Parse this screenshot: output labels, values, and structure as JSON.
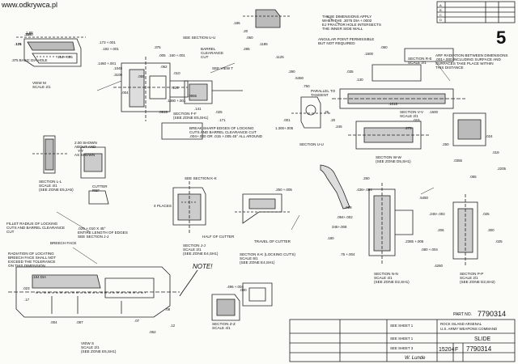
{
  "watermark": "www.odkrywca.pl",
  "sheet_number": "5",
  "notes": {
    "top": [
      "THESE DIMENSIONS APPLY",
      "WHEN THE .3075 DIA +.0002",
      "EJ FRACTOR HOLE INTERSECTS",
      "THE INNER SIDE WALL"
    ],
    "angular": [
      "ANGULAR POINT PERMISSIBLE",
      "BUT NOT REQUIRED"
    ],
    "radius_between": [
      "ARF RADIATION BETWEEN DIMENSIONS",
      ".001+.000 INCLUDING SURFACE AND",
      "SURFACES TAKE PLACE WITHIN",
      "THIS DISTANCE"
    ],
    "fillet": [
      "FILLET RADIUS OF LOCKING",
      "CUTS AND BARREL CLEARANCE",
      "CUT"
    ],
    "breech": [
      "BREECH FACE"
    ],
    "breech_pads": [
      "RADIATION OF LOCATING",
      "BREECH FACE SHALL NOT",
      "EXCEED THE TOLERANCE",
      "ON THIS DIMENSION"
    ],
    "sharp_edges": [
      "BREAK SHARP EDGES OF LOCKING",
      "CUTS AND BARREL CLEARANCE CUT",
      ".004+.000 OR .015 +.005 45° ALL AROUND"
    ],
    "entire_length": [
      ".025 +.010 X 45°",
      "ENTIRE LENGTH OF EDGES",
      "SEE SECTION J-J"
    ],
    "note_hand": "NOTE!"
  },
  "labels": {
    "view_m": [
      "VIEW M",
      "SCALE 2/1"
    ],
    "section_l": [
      "SECTION L-L",
      "SCALE 4/1",
      "(SEE ZONE E5,2A5)"
    ],
    "section_fe": [
      "SECTION F-F",
      "(SEE ZONE E5,SH1)"
    ],
    "section_uu": [
      "SECTION U-U"
    ],
    "section_vv": [
      "SECTION V-V",
      "SCALE 2/1"
    ],
    "section_ww": [
      "SECTION W-W",
      "(SEE ZONE D5,SH1)"
    ],
    "section_r": [
      "SECTION R-E",
      "SCALE 2/1"
    ],
    "section_jj": [
      "SECTION J-J",
      "SCALE 2/1",
      "(SEE ZONE E4,SH1)"
    ],
    "section_kk": [
      "SECTION K-K (LOCKING CUT'S)",
      "SCALE 8/1",
      "(SEE ZONE E4,SH1)"
    ],
    "section_nn": [
      "SECTION N-N",
      "SCALE 4/1",
      "(SEE ZONE D2,SH1)"
    ],
    "section_pp": [
      "SECTION P-P",
      "SCALE 2/1",
      "(SEE ZONE D2,SH2)"
    ],
    "view_s": [
      "VIEW S",
      "SCALE 2/1",
      "(SEE ZONE E5,SH1)"
    ],
    "section_zz": [
      "SECTION Z-Z",
      "SCALE 4/1"
    ],
    "shown_at": [
      "2.00 SHOWN",
      "ABOUT AND",
      "Y-Y",
      "AS SHOWN"
    ],
    "cutter_ref": [
      "CUTTER",
      "REF"
    ],
    "travel": [
      "TRAVEL OF CUTTER"
    ],
    "half_cutter": [
      "HALF OF CUTTER"
    ],
    "flat_4": [
      "4 PLACES"
    ],
    "barrel_clear": [
      "BARREL",
      "CLEARANCE",
      "CUT"
    ],
    "parallel": [
      "PARALLEL TO",
      "TANGENT"
    ],
    "see_view_t": "SEE VIEW T",
    "see_section_kk": "SEE SECTION K-K",
    "see_section_uu": "SEE SECTION U-U"
  },
  "dims": [
    ".3150",
    ".125",
    "1.88",
    ".375 BASIC DIA HOLE",
    ".164+.005",
    ".173 +.001",
    ".192 +.001",
    ".1460 +.001",
    ".1045",
    ".3100",
    ".004",
    ".055",
    ".375",
    ".005",
    ".062",
    ".010",
    ".160 +.001",
    ".125",
    ".1390 +.001",
    ".0915",
    ".0955",
    ".141",
    ".025",
    ".171",
    ".186",
    ".20",
    ".060",
    ".285",
    ".1185",
    ".1125",
    ".290",
    ".5450",
    ".750",
    ".001",
    "1.300+.005",
    ".25",
    ".20",
    ".245",
    ".035",
    ".130",
    ".1600",
    ".060",
    ".1015",
    ".275",
    ".015",
    ".1500",
    ".250",
    ".0355",
    ".055",
    ".024",
    ".019",
    ".2205",
    ".260",
    ".436+.004",
    ".028",
    ".094+.002",
    "345+.008",
    ".180",
    ".75 +.004",
    ".5450",
    ".245+.002",
    ".206",
    ".025",
    ".300",
    ".025",
    ".080 +.004",
    ".4260",
    ".2385 +.005",
    ".250 +.005",
    ".496 +.004",
    ".030",
    ".184 DIA",
    ".023",
    ".17",
    ".004",
    ".087",
    ".07",
    ".062",
    ".08",
    ".12",
    ".156",
    ".174"
  ],
  "title_block": {
    "part_no_label": "PART NO.",
    "part_no": "7790314",
    "title": "SLIDE",
    "org1": "ROCK ISLAND ARSENAL",
    "org2": "U.S. ARMY WEAPONS COMMAND",
    "code": "15204",
    "size": "F",
    "dwg_no": "7790314",
    "rows": [
      "SEE SHEET 1",
      "SEE SHEET 1",
      "SEE SHEET 3"
    ],
    "signature": "W. Lunde"
  },
  "revision_block": {
    "rows": [
      "A",
      "B",
      "C",
      "D"
    ]
  }
}
